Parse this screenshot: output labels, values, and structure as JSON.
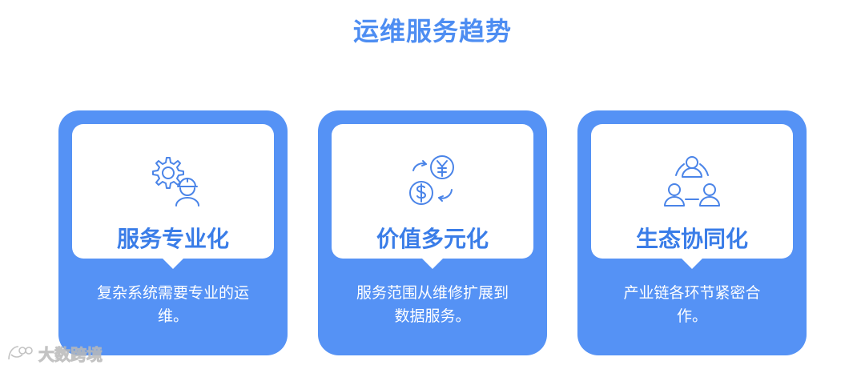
{
  "title": "运维服务趋势",
  "cards": [
    {
      "heading": "服务专业化",
      "description": "复杂系统需要专业的运维。",
      "icon": "gear-engineer-icon"
    },
    {
      "heading": "价值多元化",
      "description": "服务范围从维修扩展到数据服务。",
      "icon": "currency-exchange-icon"
    },
    {
      "heading": "生态协同化",
      "description": "产业链各环节紧密合作。",
      "icon": "team-collaboration-icon"
    }
  ],
  "watermark": {
    "text": "大数跨境",
    "icon": "logo-icon"
  },
  "colors": {
    "accent": "#4d8df2",
    "card": "#5592f5",
    "heading": "#3a7de8"
  }
}
